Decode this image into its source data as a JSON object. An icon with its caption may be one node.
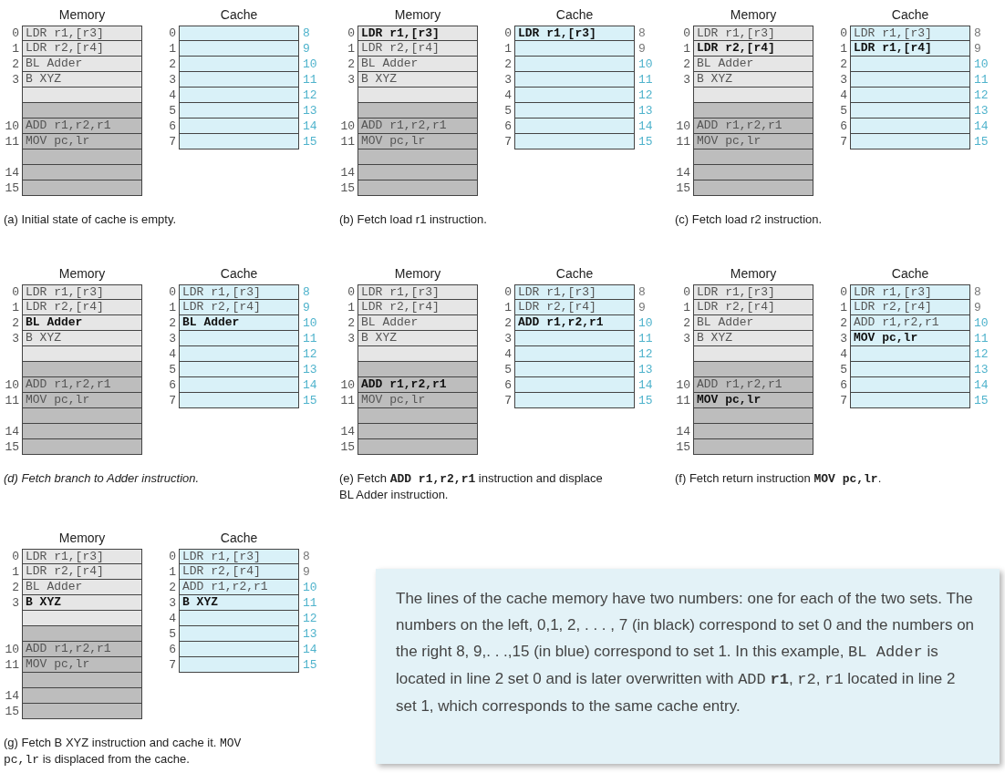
{
  "diagram": {
    "nodes": [
      {
        "text": [
          "Memory"
        ]
      },
      {
        "text": [
          "LDR r1,[r3]"
        ],
        "in": 0,
        "beside": [
          "0"
        ]
      },
      {
        "text": [
          "LDR r2,[r4]"
        ],
        "in": 0,
        "beside": [
          "1"
        ]
      },
      {
        "text": [
          "BL Adder"
        ],
        "in": 0,
        "beside": [
          "2"
        ]
      },
      {
        "text": [
          "B XYZ"
        ],
        "in": 0,
        "beside": [
          "3"
        ]
      },
      {
        "text": [],
        "shape": "box",
        "in": 0
      },
      {
        "text": [],
        "shape": "box",
        "in": 0
      },
      {
        "text": [
          "ADD r1,r2,r1"
        ],
        "in": 0,
        "beside": [
          "10"
        ]
      },
      {
        "text": [
          "MOV pc,lr"
        ],
        "in": 0,
        "beside": [
          "11"
        ]
      },
      {
        "text": [],
        "shape": "box",
        "in": 0
      },
      {
        "text": [],
        "shape": "box",
        "in": 0,
        "beside": [
          "14"
        ]
      },
      {
        "text": [],
        "shape": "box",
        "in": 0,
        "beside": [
          "15"
        ]
      },
      {
        "text": [
          "Cache"
        ]
      },
      {
        "text": [],
        "shape": "box",
        "in": 12,
        "beside": [
          "0",
          "8"
        ]
      },
      {
        "text": [],
        "shape": "box",
        "in": 12,
        "beside": [
          "1",
          "9"
        ]
      },
      {
        "text": [],
        "shape": "box",
        "in": 12,
        "beside": [
          "2",
          "10"
        ]
      },
      {
        "text": [],
        "shape": "box",
        "in": 12,
        "beside": [
          "3",
          "11"
        ]
      },
      {
        "text": [],
        "shape": "box",
        "in": 12,
        "beside": [
          "4",
          "12"
        ]
      },
      {
        "text": [],
        "shape": "box",
        "in": 12,
        "beside": [
          "5",
          "13"
        ]
      },
      {
        "text": [],
        "shape": "box",
        "in": 12,
        "beside": [
          "6",
          "14"
        ]
      },
      {
        "text": [],
        "shape": "box",
        "in": 12,
        "beside": [
          "7",
          "15"
        ]
      },
      {
        "text": [
          "Memory"
        ]
      },
      {
        "text": [
          "LDR r1,[r3]"
        ],
        "in": 21,
        "beside": [
          "0"
        ]
      },
      {
        "text": [
          "LDR r2,[r4]"
        ],
        "in": 21,
        "beside": [
          "1"
        ]
      },
      {
        "text": [
          "BL Adder"
        ],
        "in": 21,
        "beside": [
          "2"
        ]
      },
      {
        "text": [
          "B XYZ"
        ],
        "in": 21,
        "beside": [
          "3"
        ]
      },
      {
        "text": [],
        "shape": "box",
        "in": 21
      },
      {
        "text": [],
        "shape": "box",
        "in": 21
      },
      {
        "text": [
          "ADD r1,r2,r1"
        ],
        "in": 21,
        "beside": [
          "10"
        ]
      },
      {
        "text": [
          "MOV pc,lr"
        ],
        "in": 21,
        "beside": [
          "11"
        ]
      },
      {
        "text": [],
        "shape": "box",
        "in": 21
      },
      {
        "text": [],
        "shape": "box",
        "in": 21,
        "beside": [
          "14"
        ]
      },
      {
        "text": [],
        "shape": "box",
        "in": 21,
        "beside": [
          "15"
        ]
      },
      {
        "text": [
          "Cache"
        ]
      },
      {
        "text": [
          "LDR r1,[r3]"
        ],
        "in": 33,
        "beside": [
          "0",
          "8"
        ]
      },
      {
        "text": [],
        "shape": "box",
        "in": 33,
        "beside": [
          "1",
          "9"
        ]
      },
      {
        "text": [],
        "shape": "box",
        "in": 33,
        "beside": [
          "2",
          "10"
        ]
      },
      {
        "text": [],
        "shape": "box",
        "in": 33,
        "beside": [
          "3",
          "11"
        ]
      },
      {
        "text": [],
        "shape": "box",
        "in": 33,
        "beside": [
          "4",
          "12"
        ]
      },
      {
        "text": [],
        "shape": "box",
        "in": 33,
        "beside": [
          "5",
          "13"
        ]
      },
      {
        "text": [],
        "shape": "box",
        "in": 33,
        "beside": [
          "6",
          "14"
        ]
      },
      {
        "text": [],
        "shape": "box",
        "in": 33,
        "beside": [
          "7",
          "15"
        ]
      },
      {
        "text": [
          "Memory"
        ]
      },
      {
        "text": [
          "LDR r1,[r3]"
        ],
        "in": 42,
        "beside": [
          "0"
        ]
      },
      {
        "text": [
          "LDR r2,[r4]"
        ],
        "in": 42,
        "beside": [
          "1"
        ]
      },
      {
        "text": [
          "BL Adder"
        ],
        "in": 42,
        "beside": [
          "2"
        ]
      },
      {
        "text": [
          "B XYZ"
        ],
        "in": 42,
        "beside": [
          "3"
        ]
      },
      {
        "text": [],
        "shape": "box",
        "in": 42
      },
      {
        "text": [],
        "shape": "box",
        "in": 42
      },
      {
        "text": [
          "ADD r1,r2,r1"
        ],
        "in": 42,
        "beside": [
          "10"
        ]
      },
      {
        "text": [
          "MOV pc,lr"
        ],
        "in": 42,
        "beside": [
          "11"
        ]
      },
      {
        "text": [],
        "shape": "box",
        "in": 42
      },
      {
        "text": [],
        "shape": "box",
        "in": 42,
        "beside": [
          "14"
        ]
      },
      {
        "text": [],
        "shape": "box",
        "in": 42,
        "beside": [
          "15"
        ]
      },
      {
        "text": [
          "Cache"
        ]
      },
      {
        "text": [
          "LDR r1,[r3]"
        ],
        "in": 54,
        "beside": [
          "0",
          "8"
        ]
      },
      {
        "text": [
          "LDR r1,[r4]"
        ],
        "in": 54,
        "beside": [
          "1",
          "9"
        ]
      },
      {
        "text": [],
        "shape": "box",
        "in": 54,
        "beside": [
          "2",
          "10"
        ]
      },
      {
        "text": [],
        "shape": "box",
        "in": 54,
        "beside": [
          "3",
          "11"
        ]
      },
      {
        "text": [],
        "shape": "box",
        "in": 54,
        "beside": [
          "4",
          "12"
        ]
      },
      {
        "text": [],
        "shape": "box",
        "in": 54,
        "beside": [
          "5",
          "13"
        ]
      },
      {
        "text": [],
        "shape": "box",
        "in": 54,
        "beside": [
          "6",
          "14"
        ]
      },
      {
        "text": [],
        "shape": "box",
        "in": 54,
        "beside": [
          "7",
          "15"
        ]
      },
      {
        "text": [
          "Memory"
        ]
      },
      {
        "text": [
          "LDR r1,[r3]"
        ],
        "in": 63,
        "beside": [
          "0"
        ]
      },
      {
        "text": [
          "LDR r2,[r4]"
        ],
        "in": 63,
        "beside": [
          "1"
        ]
      },
      {
        "text": [
          "BL Adder"
        ],
        "in": 63,
        "beside": [
          "2"
        ]
      },
      {
        "text": [
          "B XYZ"
        ],
        "in": 63,
        "beside": [
          "3"
        ]
      },
      {
        "text": [],
        "shape": "box",
        "in": 63
      },
      {
        "text": [],
        "shape": "box",
        "in": 63
      },
      {
        "text": [
          "ADD r1,r2,r1"
        ],
        "in": 63,
        "beside": [
          "10"
        ]
      },
      {
        "text": [
          "MOV pc,lr"
        ],
        "in": 63,
        "beside": [
          "11"
        ]
      },
      {
        "text": [],
        "shape": "box",
        "in": 63
      },
      {
        "text": [],
        "shape": "box",
        "in": 63,
        "beside": [
          "14"
        ]
      },
      {
        "text": [],
        "shape": "box",
        "in": 63,
        "beside": [
          "15"
        ]
      },
      {
        "text": [
          "Cache"
        ]
      },
      {
        "text": [
          "LDR r1,[r3]"
        ],
        "in": 75,
        "beside": [
          "0",
          "8"
        ]
      },
      {
        "text": [
          "LDR r2,[r4]"
        ],
        "in": 75,
        "beside": [
          "1",
          "9"
        ]
      },
      {
        "text": [
          "BL Adder"
        ],
        "in": 75,
        "beside": [
          "2",
          "10"
        ]
      },
      {
        "text": [],
        "shape": "box",
        "in": 75,
        "beside": [
          "3",
          "11"
        ]
      },
      {
        "text": [],
        "shape": "box",
        "in": 75,
        "beside": [
          "4",
          "12"
        ]
      },
      {
        "text": [],
        "shape": "box",
        "in": 75,
        "beside": [
          "5",
          "13"
        ]
      },
      {
        "text": [],
        "shape": "box",
        "in": 75,
        "beside": [
          "6",
          "14"
        ]
      },
      {
        "text": [],
        "shape": "box",
        "in": 75,
        "beside": [
          "7",
          "15"
        ]
      },
      {
        "text": [
          "Memory"
        ]
      },
      {
        "text": [
          "LDR r1,[r3]"
        ],
        "in": 84,
        "beside": [
          "0"
        ]
      },
      {
        "text": [
          "LDR r2,[r4]"
        ],
        "in": 84,
        "beside": [
          "1"
        ]
      },
      {
        "text": [
          "BL Adder"
        ],
        "in": 84,
        "beside": [
          "2"
        ]
      },
      {
        "text": [
          "B XYZ"
        ],
        "in": 84,
        "beside": [
          "3"
        ]
      },
      {
        "text": [],
        "shape": "box",
        "in": 84
      },
      {
        "text": [],
        "shape": "box",
        "in": 84
      },
      {
        "text": [
          "ADD r1,r2,r1"
        ],
        "in": 84,
        "beside": [
          "10"
        ]
      },
      {
        "text": [
          "MOV pc,lr"
        ],
        "in": 84,
        "beside": [
          "11"
        ]
      },
      {
        "text": [],
        "shape": "box",
        "in": 84
      },
      {
        "text": [],
        "shape": "box",
        "in": 84,
        "beside": [
          "14"
        ]
      },
      {
        "text": [],
        "shape": "box",
        "in": 84,
        "beside": [
          "15"
        ]
      },
      {
        "text": [
          "Cache"
        ]
      },
      {
        "text": [
          "LDR r1,[r3]"
        ],
        "in": 96,
        "beside": [
          "0",
          "8"
        ]
      },
      {
        "text": [
          "LDR r2,[r4]"
        ],
        "in": 96,
        "beside": [
          "1",
          "9"
        ]
      },
      {
        "text": [
          "ADD r1,r2,r1"
        ],
        "in": 96,
        "beside": [
          "2",
          "10"
        ]
      },
      {
        "text": [],
        "shape": "box",
        "in": 96,
        "beside": [
          "3",
          "11"
        ]
      },
      {
        "text": [],
        "shape": "box",
        "in": 96,
        "beside": [
          "4",
          "12"
        ]
      },
      {
        "text": [],
        "shape": "box",
        "in": 96,
        "beside": [
          "5",
          "13"
        ]
      },
      {
        "text": [],
        "shape": "box",
        "in": 96,
        "beside": [
          "6",
          "14"
        ]
      },
      {
        "text": [],
        "shape": "box",
        "in": 96,
        "beside": [
          "7",
          "15"
        ]
      },
      {
        "text": [
          "Memory"
        ]
      },
      {
        "text": [
          "LDR r1,[r3]"
        ],
        "in": 105,
        "beside": [
          "0"
        ]
      },
      {
        "text": [
          "LDR r2,[r4]"
        ],
        "in": 105,
        "beside": [
          "1"
        ]
      },
      {
        "text": [
          "BL Adder"
        ],
        "in": 105,
        "beside": [
          "2"
        ]
      },
      {
        "text": [
          "B XYZ"
        ],
        "in": 105,
        "beside": [
          "3"
        ]
      },
      {
        "text": [],
        "shape": "box",
        "in": 105
      },
      {
        "text": [],
        "shape": "box",
        "in": 105
      },
      {
        "text": [
          "ADD r1,r2,r1"
        ],
        "in": 105,
        "beside": [
          "10"
        ]
      },
      {
        "text": [
          "MOV pc,lr"
        ],
        "in": 105,
        "beside": [
          "11"
        ]
      },
      {
        "text": [],
        "shape": "box",
        "in": 105
      },
      {
        "text": [],
        "shape": "box",
        "in": 105,
        "beside": [
          "14"
        ]
      },
      {
        "text": [],
        "shape": "box",
        "in": 105,
        "beside": [
          "15"
        ]
      },
      {
        "text": [
          "Cache"
        ]
      },
      {
        "text": [
          "LDR r1,[r3]"
        ],
        "in": 117,
        "beside": [
          "0",
          "8"
        ]
      },
      {
        "text": [
          "LDR r2,[r4]"
        ],
        "in": 117,
        "beside": [
          "1",
          "9"
        ]
      },
      {
        "text": [
          "ADD r1,r2,r1"
        ],
        "in": 117,
        "beside": [
          "2",
          "10"
        ]
      },
      {
        "text": [
          "MOV pc,lr"
        ],
        "in": 117,
        "beside": [
          "3",
          "11"
        ]
      },
      {
        "text": [],
        "shape": "box",
        "in": 117,
        "beside": [
          "4",
          "12"
        ]
      },
      {
        "text": [],
        "shape": "box",
        "in": 117,
        "beside": [
          "5",
          "13"
        ]
      },
      {
        "text": [],
        "shape": "box",
        "in": 117,
        "beside": [
          "6",
          "14"
        ]
      },
      {
        "text": [],
        "shape": "box",
        "in": 117,
        "beside": [
          "7",
          "15"
        ]
      },
      {
        "text": [
          "Memory"
        ]
      },
      {
        "text": [
          "LDR r1,[r3]"
        ],
        "in": 126,
        "beside": [
          "0"
        ]
      },
      {
        "text": [
          "LDR r2,[r4]"
        ],
        "in": 126,
        "beside": [
          "1"
        ]
      },
      {
        "text": [
          "BL Adder"
        ],
        "in": 126,
        "beside": [
          "2"
        ]
      },
      {
        "text": [
          "B XYZ"
        ],
        "in": 126,
        "beside": [
          "3"
        ]
      },
      {
        "text": [],
        "shape": "box",
        "in": 126
      },
      {
        "text": [],
        "shape": "box",
        "in": 126
      },
      {
        "text": [
          "ADD r1,r2,r1"
        ],
        "in": 126,
        "beside": [
          "10"
        ]
      },
      {
        "text": [
          "MOV pc,lr"
        ],
        "in": 126,
        "beside": [
          "11"
        ]
      },
      {
        "text": [],
        "shape": "box",
        "in": 126
      },
      {
        "text": [],
        "shape": "box",
        "in": 126,
        "beside": [
          "14"
        ]
      },
      {
        "text": [],
        "shape": "box",
        "in": 126,
        "beside": [
          "15"
        ]
      },
      {
        "text": [
          "Cache"
        ]
      },
      {
        "text": [
          "LDR r1,[r3]"
        ],
        "in": 138,
        "beside": [
          "0",
          "8"
        ]
      },
      {
        "text": [
          "LDR r2,[r4]"
        ],
        "in": 138,
        "beside": [
          "1",
          "9"
        ]
      },
      {
        "text": [
          "ADD r1,r2,r1"
        ],
        "in": 138,
        "beside": [
          "2",
          "10"
        ]
      },
      {
        "text": [
          "B XYZ"
        ],
        "in": 138,
        "beside": [
          "3",
          "11"
        ]
      },
      {
        "text": [],
        "shape": "box",
        "in": 138,
        "beside": [
          "4",
          "12"
        ]
      },
      {
        "text": [],
        "shape": "box",
        "in": 138,
        "beside": [
          "5",
          "13"
        ]
      },
      {
        "text": [],
        "shape": "box",
        "in": 138,
        "beside": [
          "6",
          "14"
        ]
      },
      {
        "text": [],
        "shape": "box",
        "in": 138,
        "beside": [
          "7",
          "15"
        ]
      },
      {
        "text": [
          "The lines of the cache memory have two numbers: one for each of the two sets. The numbers on the left, 0,1, 2, . . . , 7 (in black) correspond to set 0 and the numbers on the right 8, 9,. . .,15 (in blue) correspond to set 1. In this example, *BL Adder* is located in line 2 set 0 and is later overwritten with *ADD* **r1**, *r2*, *r1* located in line 2 set 1, which corresponds to the same cache entry."
        ]
      }
    ],
    "labels": [
      "(a) Initial state of cache is empty.",
      "(b) Fetch load r1 instruction.",
      "(c) Fetch load r2 instruction.",
      "(d) Fetch branch to Adder instruction.",
      "(e) Fetch **ADD r1,r2,r1** instruction and displace BL Adder instruction.",
      "(f) Fetch return instruction **MOV pc,lr**.",
      "(g) Fetch B XYZ instruction and cache it. *MOV pc,lr* is displaced from the cache."
    ]
  }
}
